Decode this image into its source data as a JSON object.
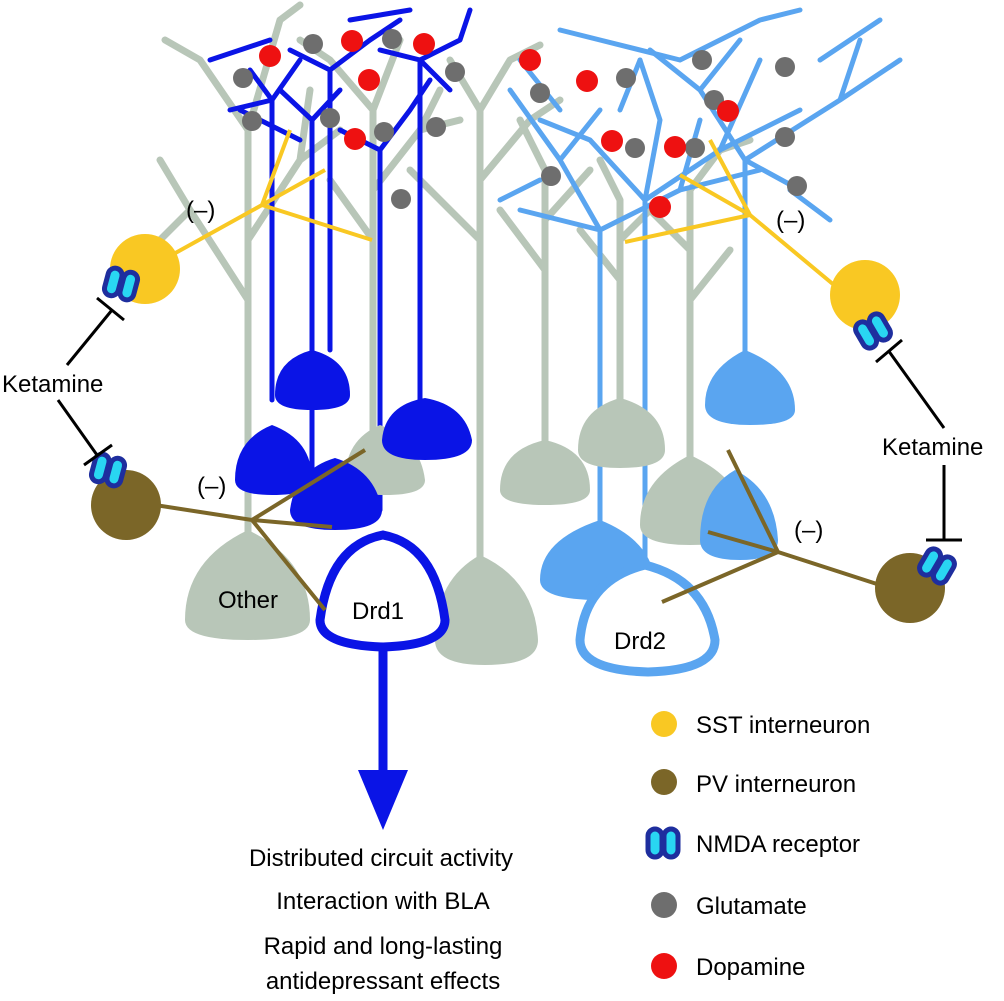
{
  "labels": {
    "ketamine_left": "Ketamine",
    "ketamine_right": "Ketamine",
    "inhib_sst_left": "(–)",
    "inhib_pv_left": "(–)",
    "inhib_sst_right": "(–)",
    "inhib_pv_right": "(–)",
    "other": "Other",
    "drd1": "Drd1",
    "drd2": "Drd2"
  },
  "outcomes": [
    "Distributed circuit activity",
    "Interaction with BLA",
    "Rapid and long-lasting",
    "antidepressant effects"
  ],
  "legend": [
    {
      "label": "SST interneuron",
      "color": "#f9c823",
      "icon": "sst-interneuron-icon"
    },
    {
      "label": "PV interneuron",
      "color": "#7b6628",
      "icon": "pv-interneuron-icon"
    },
    {
      "label": "NMDA receptor",
      "color": "#1e2e9e",
      "icon": "nmda-receptor-icon"
    },
    {
      "label": "Glutamate",
      "color": "#6e6e6e",
      "icon": "glutamate-icon"
    },
    {
      "label": "Dopamine",
      "color": "#ee1111",
      "icon": "dopamine-icon"
    }
  ],
  "colors": {
    "drd1": "#0a14e6",
    "drd2": "#5aa5f0",
    "other": "#b8c6b8",
    "sst": "#f9c823",
    "pv": "#7b6628",
    "nmda_outer": "#1e2e9e",
    "nmda_inner": "#29d6f2",
    "glutamate": "#6e6e6e",
    "dopamine": "#ee1111"
  }
}
